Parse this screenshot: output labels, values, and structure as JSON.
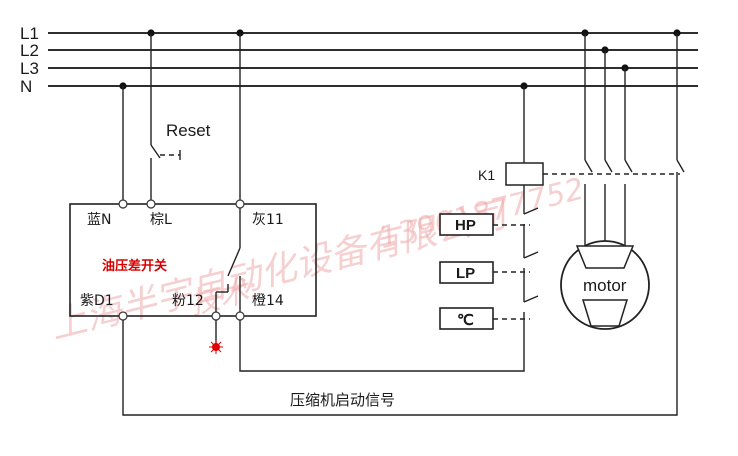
{
  "bus": {
    "l1": "L1",
    "l2": "L2",
    "l3": "L3",
    "n": "N"
  },
  "reset_label": "Reset",
  "watermark": {
    "company": "上海半宇自动化设备有限公司",
    "tech": "技术:",
    "phone": "13901877752"
  },
  "switch_box": {
    "title": "油压差开关",
    "terminal_blue": "蓝N",
    "terminal_brown": "棕L",
    "terminal_gray": "灰11",
    "terminal_purple": "紫D1",
    "terminal_pink": "粉12",
    "terminal_orange": "橙14"
  },
  "protection": {
    "hp": "HP",
    "lp": "LP",
    "temp": "℃"
  },
  "contactor": "K1",
  "motor": "motor",
  "signal_label": "压缩机启动信号",
  "colors": {
    "wire": "#222222",
    "title_red": "#d80000",
    "indicator_red": "#e00000",
    "watermark": "#f0aaaa"
  }
}
